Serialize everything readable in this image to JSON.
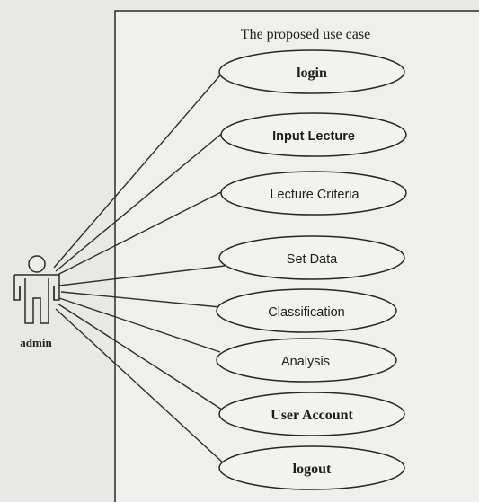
{
  "diagram": {
    "title": "The proposed use case",
    "actor": {
      "label": "admin",
      "icon": "stick-figure-actor-icon"
    },
    "use_cases": [
      {
        "id": "login",
        "label": "login"
      },
      {
        "id": "input-lecture",
        "label": "Input Lecture"
      },
      {
        "id": "lecture-criteria",
        "label": "Lecture Criteria"
      },
      {
        "id": "set-data",
        "label": "Set Data"
      },
      {
        "id": "classification",
        "label": "Classification"
      },
      {
        "id": "analysis",
        "label": "Analysis"
      },
      {
        "id": "user-account",
        "label": "User Account"
      },
      {
        "id": "logout",
        "label": "logout"
      }
    ]
  }
}
